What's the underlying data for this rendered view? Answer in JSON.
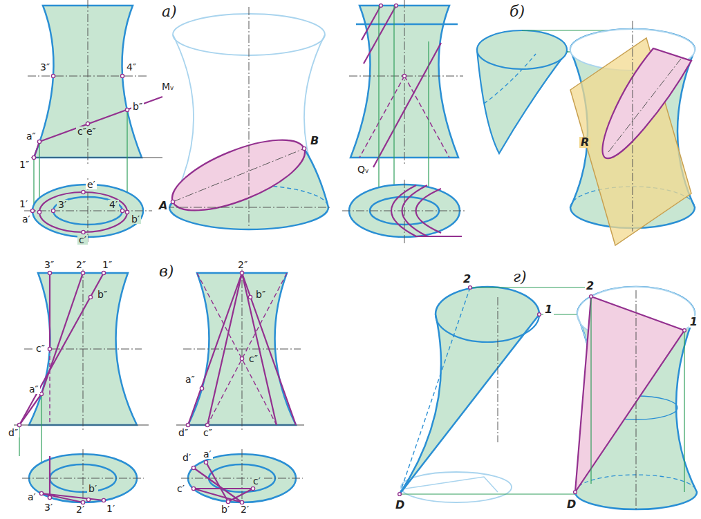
{
  "diagram": {
    "labels": [
      "а)",
      "3″",
      "4″",
      "Mᵥ",
      "a″",
      "c″e″",
      "b″",
      "1″",
      "e′",
      "1′",
      "3′",
      "4′",
      "a′",
      "b′",
      "c′",
      "B",
      "A",
      "б)",
      "Qᵥ",
      "R",
      "в)",
      "3″",
      "2″",
      "1″",
      "b″",
      "c″",
      "a″",
      "d″",
      "a′",
      "3′",
      "b′",
      "2′",
      "1′",
      "2″",
      "b″",
      "c″",
      "a″",
      "d″",
      "c″",
      "d′",
      "a′",
      "c′",
      "c′",
      "b′",
      "2′",
      "г)",
      "2",
      "1",
      "D",
      "2",
      "1",
      "D"
    ]
  }
}
